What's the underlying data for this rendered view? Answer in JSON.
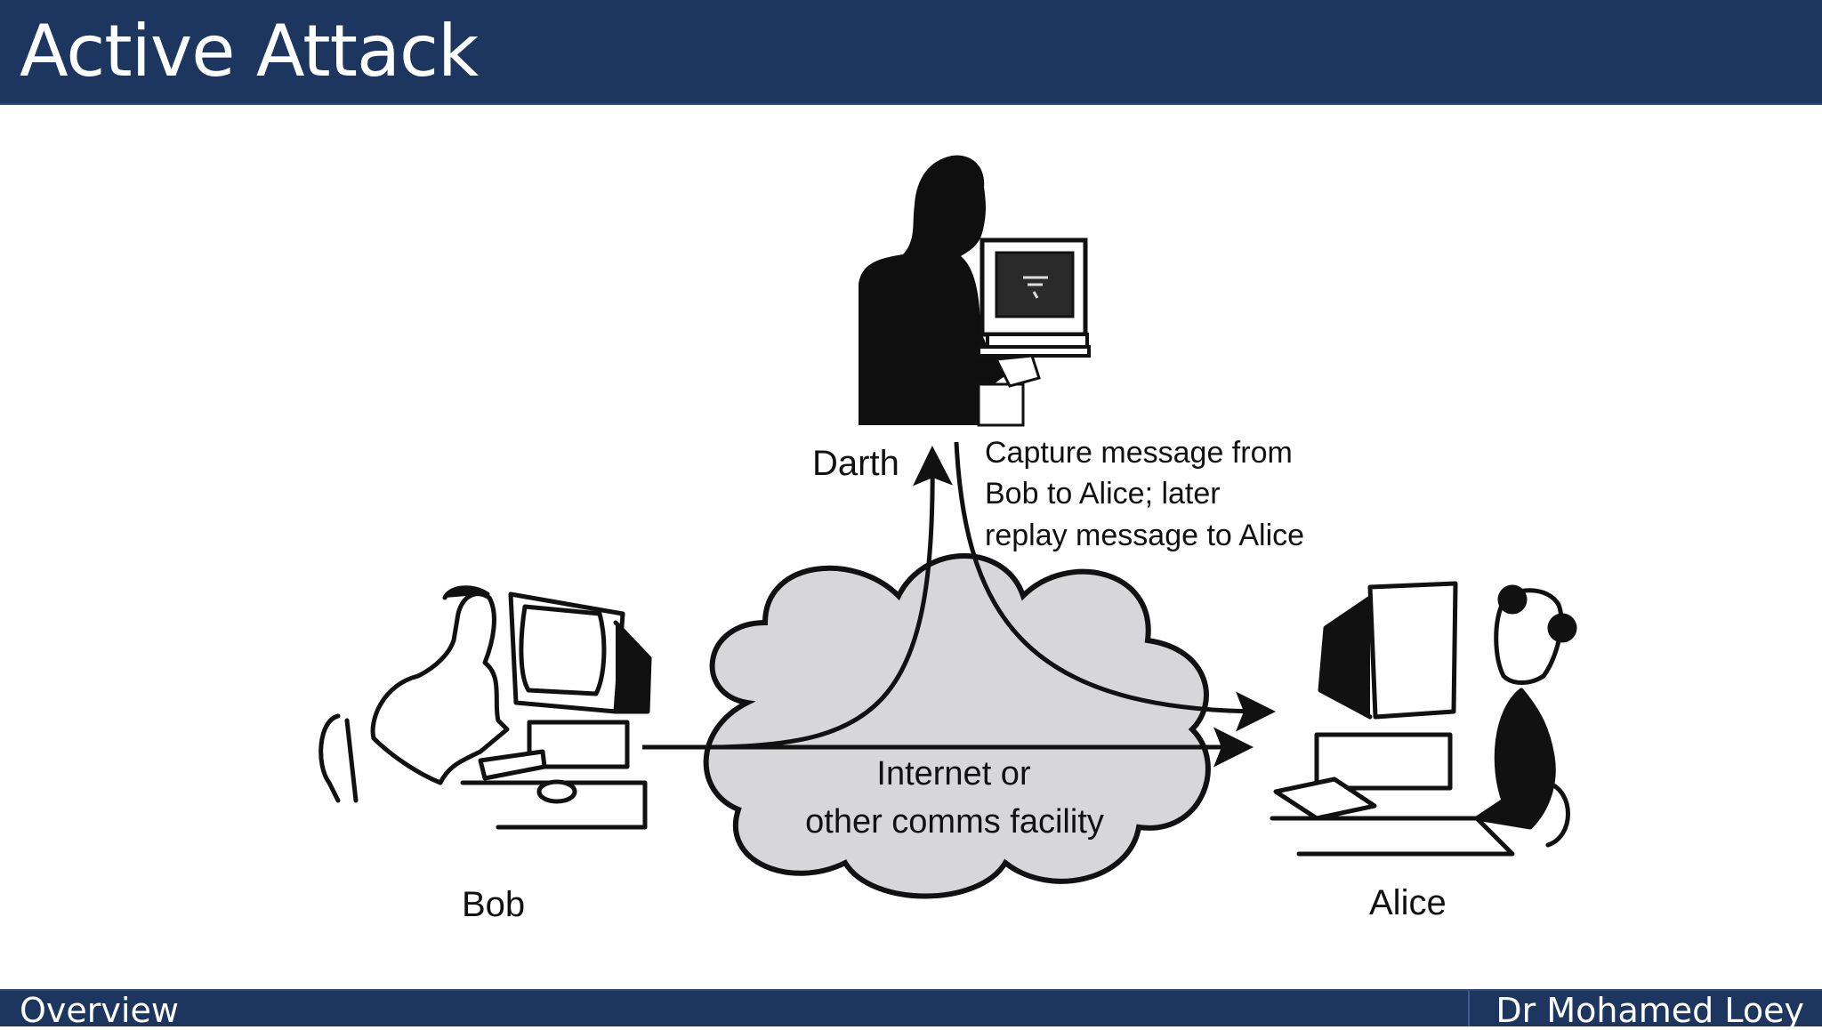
{
  "header": {
    "title": "Active Attack"
  },
  "diagram": {
    "actors": {
      "darth": "Darth",
      "bob": "Bob",
      "alice": "Alice"
    },
    "cloud_label": [
      "Internet or",
      "other comms facility"
    ],
    "annotation": [
      "Capture message from",
      "Bob to Alice; later",
      "replay message to Alice"
    ]
  },
  "footer": {
    "left": "Overview",
    "right": "Dr Mohamed Loey"
  },
  "colors": {
    "bar": "#1c365f",
    "cloud_fill": "#d7d7d9",
    "ink": "#111111"
  }
}
